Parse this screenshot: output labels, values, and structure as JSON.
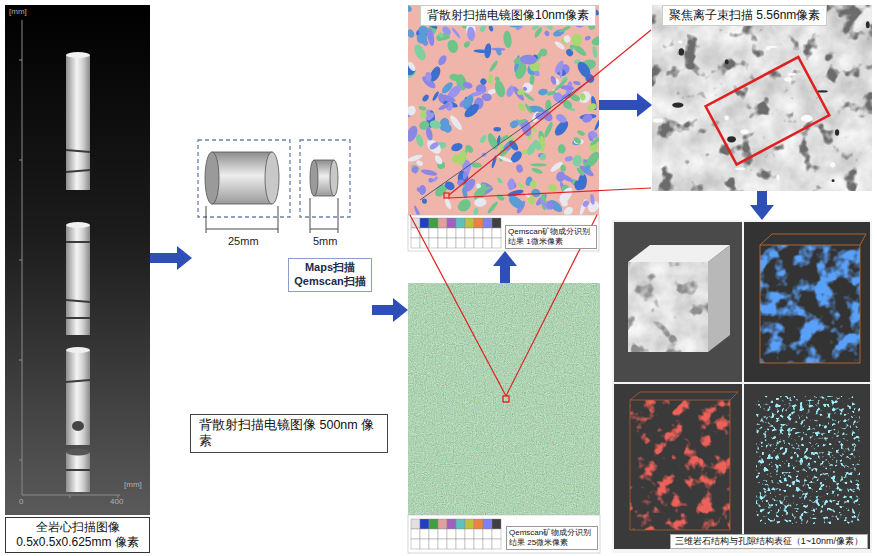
{
  "diagram": {
    "nodes": [
      {
        "text": [
          "全岩心扫描图像 0.5x0.5x0.625mm 像素"
        ]
      },
      {
        "text": [
          "Maps扫描 Qemscan扫描"
        ]
      },
      {
        "text": [
          "背散射扫描电镜图像 500nm 像素"
        ]
      },
      {
        "text": [
          "Qemscan矿物成分识别 结果 25微米像素"
        ]
      },
      {
        "text": [
          "背散射扫描电镜图像10nm像素",
          "Qemscan矿物成分识别 结果 1微米像素"
        ]
      },
      {
        "text": [
          "聚焦离子束扫描 5.56nm像素"
        ]
      },
      {
        "text": [
          "三维岩石结构与孔隙结构表征（1~10nm/像素）"
        ]
      }
    ],
    "edges": [
      {
        "from": 0,
        "to": 1,
        "arrow": "to"
      },
      {
        "from": 1,
        "to": 3,
        "arrow": "to"
      },
      {
        "from": 3,
        "to": 4,
        "arrow": "to"
      },
      {
        "from": 4,
        "to": 5,
        "arrow": "to"
      },
      {
        "from": 5,
        "to": 6,
        "arrow": "to"
      }
    ],
    "labels": [
      "[mm]",
      "0",
      "400",
      "[mm]",
      "25mm",
      "5mm"
    ]
  }
}
